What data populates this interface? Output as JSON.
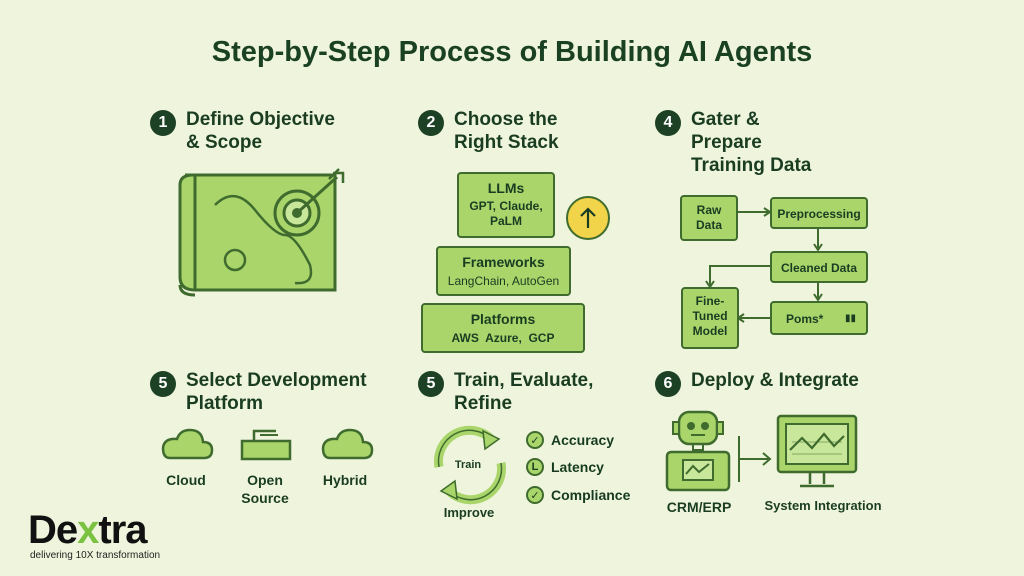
{
  "title": "Step-by-Step Process of Building AI Agents",
  "steps": [
    {
      "num": "1",
      "title": "Define Objective\n& Scope"
    },
    {
      "num": "2",
      "title": "Choose the\nRight Stack"
    },
    {
      "num": "4",
      "title": "Gater &\nPrepare\nTraining Data"
    },
    {
      "num": "5",
      "title": "Select Development\nPlatform"
    },
    {
      "num": "5",
      "title": "Train, Evaluate,\nRefine"
    },
    {
      "num": "6",
      "title": "Deploy & Integrate"
    }
  ],
  "stack": {
    "llms": {
      "label": "LLMs",
      "sub": "GPT, Claude,\nPaLM"
    },
    "frameworks": {
      "label": "Frameworks",
      "sub": "LangChain, AutoGen"
    },
    "platforms": {
      "label": "Platforms",
      "sub": "AWS  Azure,  GCP"
    },
    "badge_icon": "arrow-up-icon"
  },
  "data_flow": {
    "raw": "Raw\nData",
    "preprocessing": "Preprocessing",
    "cleaned": "Cleaned Data",
    "finetuned": "Fine-\nTuned\nModel",
    "poms": "Poms*"
  },
  "platforms": [
    "Cloud",
    "Open\nSource",
    "Hybrid"
  ],
  "train": {
    "cycle_label": "Train",
    "cycle_bottom": "Improve",
    "checks": [
      "Accuracy",
      "Latency",
      "Compliance"
    ]
  },
  "deploy": {
    "left": "CRM/ERP",
    "right": "System Integration"
  },
  "brand": {
    "logo_pre": "De",
    "logo_x": "x",
    "logo_post": "tra",
    "tagline": "delivering 10X transformation"
  },
  "colors": {
    "bg": "#eef5dc",
    "accent": "#a9d56b",
    "dark": "#1d4125",
    "badge": "#f2d44a"
  }
}
